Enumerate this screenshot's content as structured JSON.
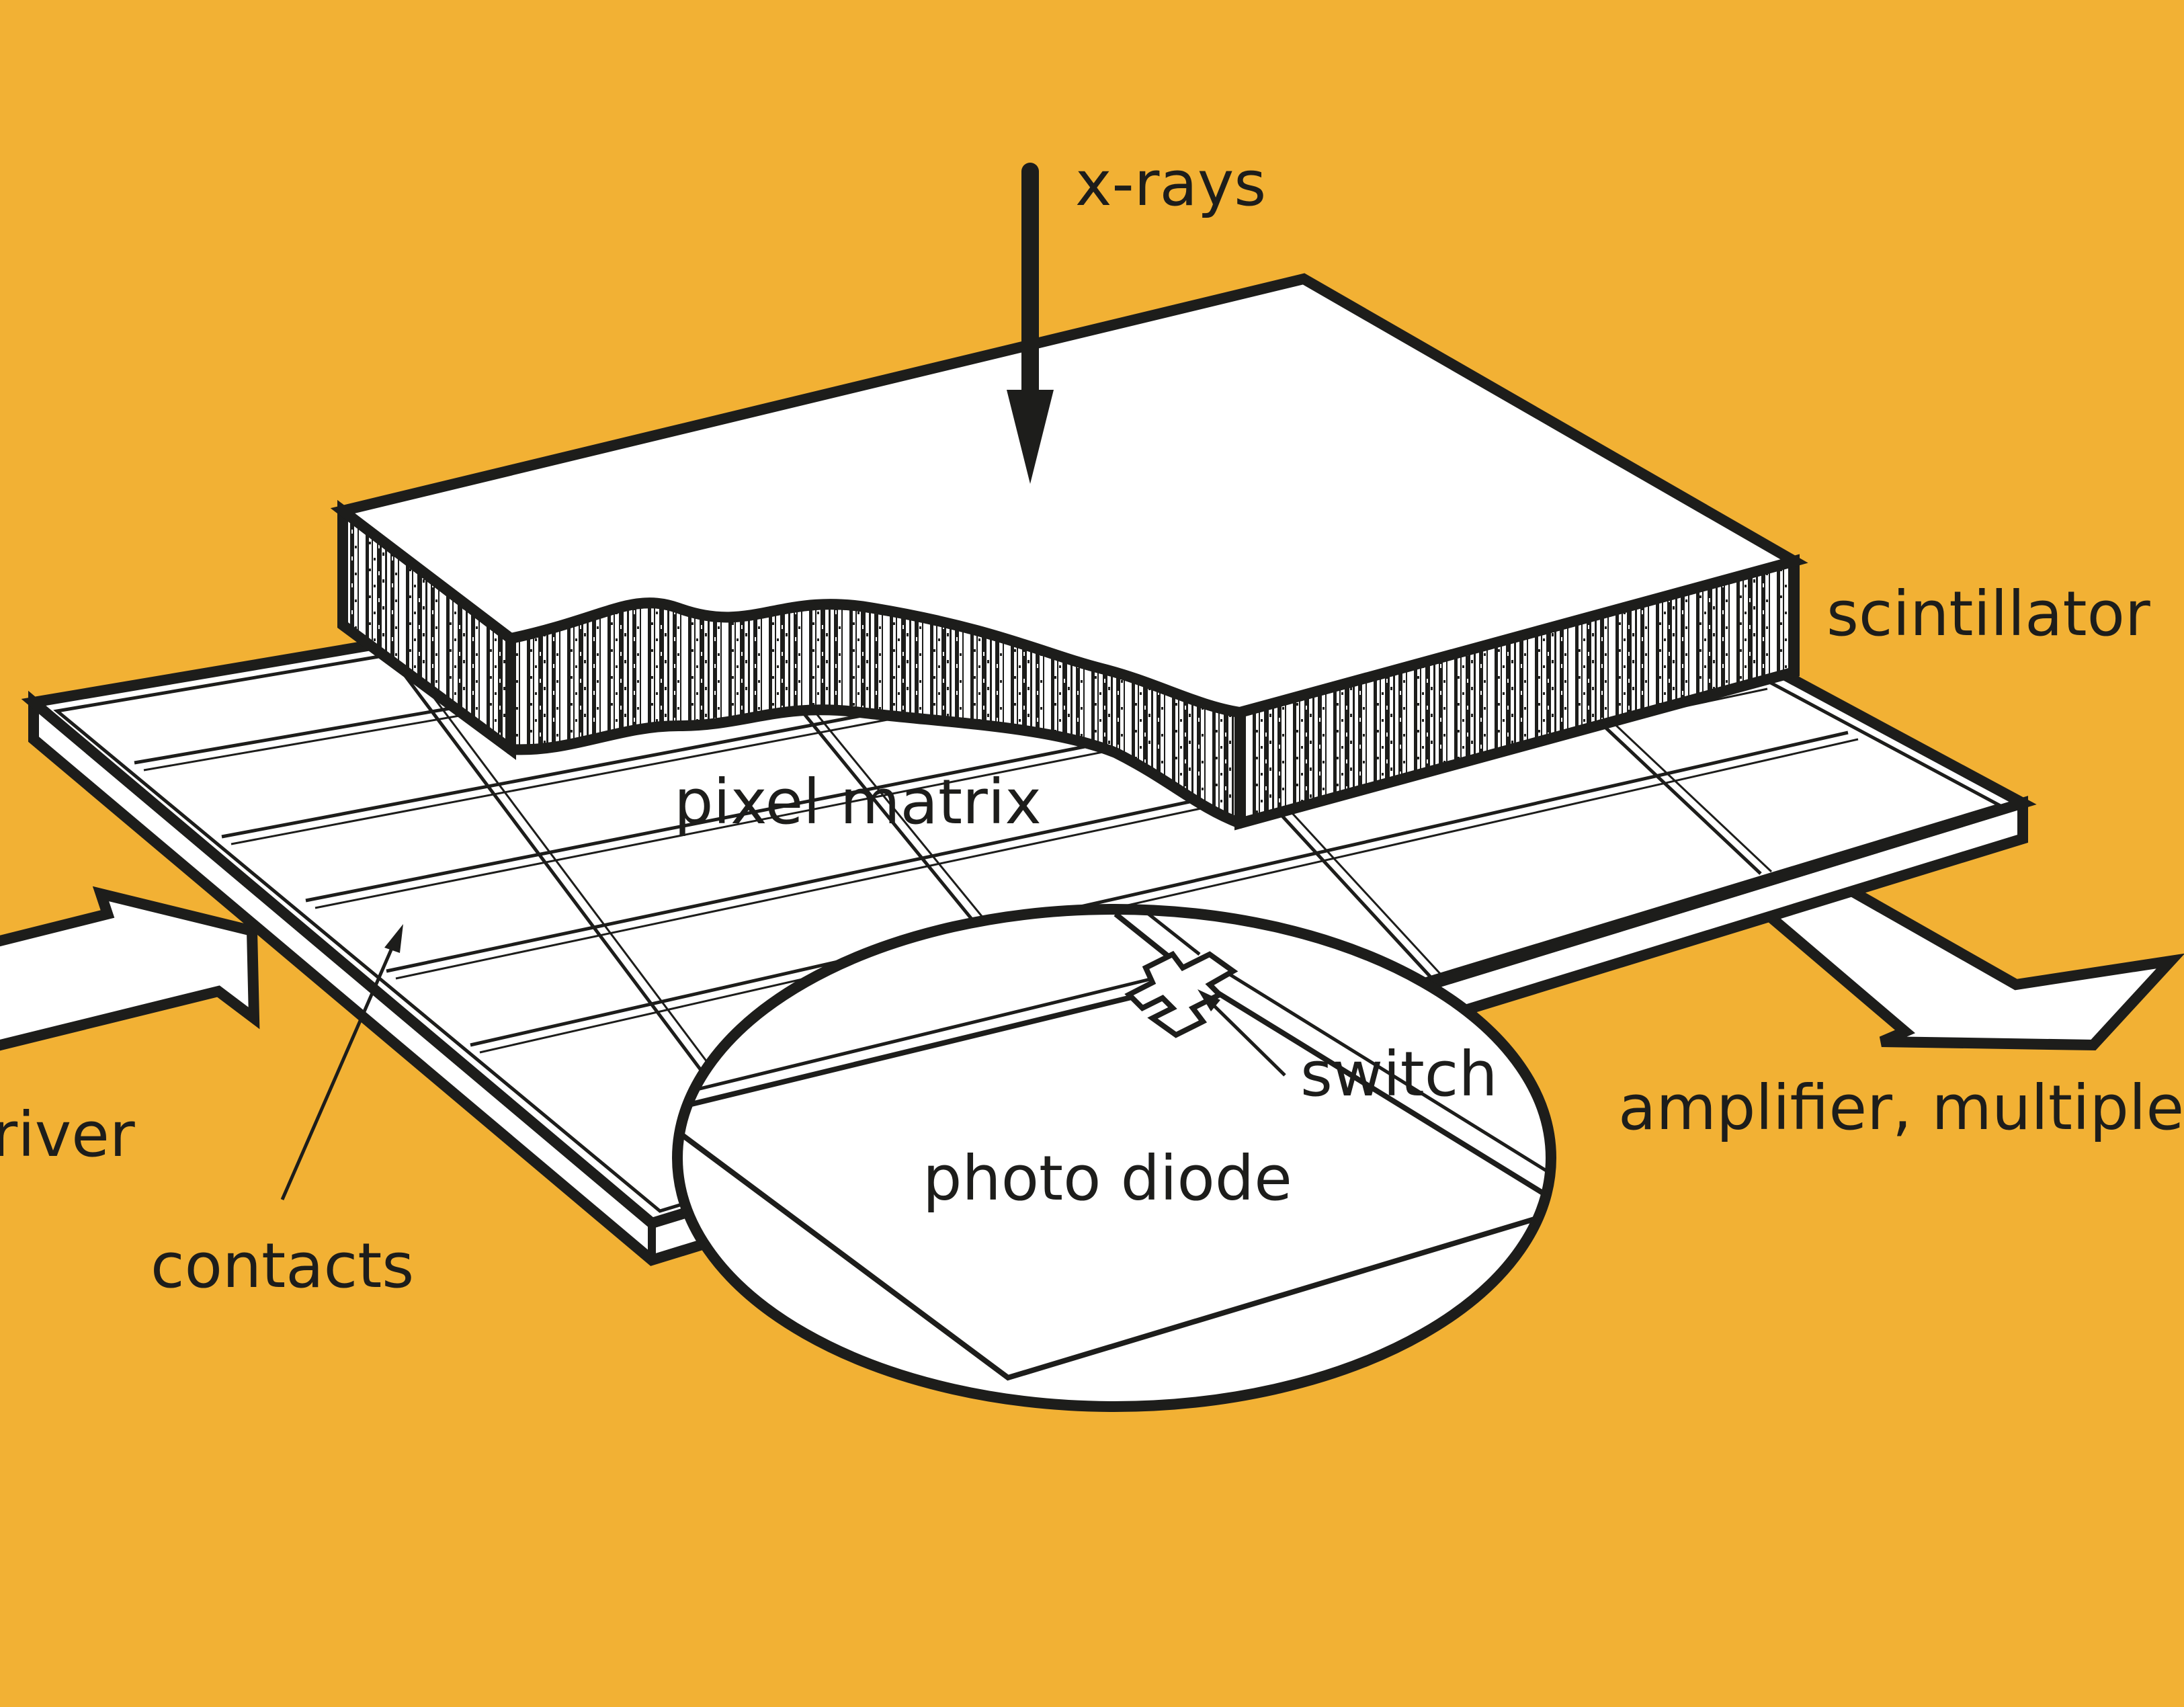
{
  "colors": {
    "background": "#F2B134",
    "ink": "#1d1d1b",
    "paper": "#FFFFFF"
  },
  "labels": {
    "xrays": "x-rays",
    "scintillator": "scintillator",
    "pixel_matrix": "pixel matrix",
    "switch": "switch",
    "amplifier": "amplifier, multiplexer",
    "photo_diode": "photo diode",
    "driver": "driver",
    "contacts": "contacts"
  }
}
